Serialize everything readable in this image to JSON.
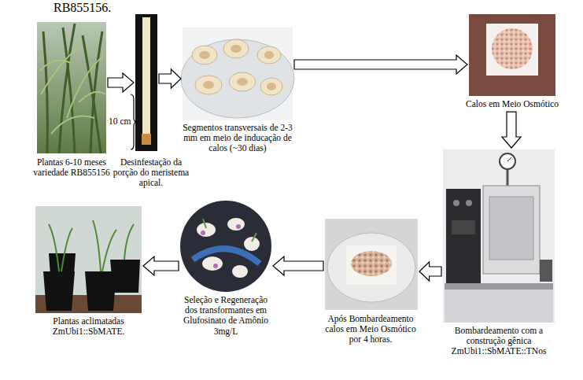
{
  "diagram": {
    "nodes": [
      {
        "text": [
          "Plantas 6-10 meses variedade RB855156"
        ]
      },
      {
        "text": [
          "Desinfestação da porção do meristema apical."
        ]
      },
      {
        "text": [
          "Segmentos transversais de 2-3 mm em meio de inducação de calos (~30 dias)"
        ]
      },
      {
        "text": [
          "Calos em Meio Osmótico"
        ]
      },
      {
        "text": [
          "Bombardeamento com a construção gênica ZmUbi1::SbMATE::TNos"
        ]
      },
      {
        "text": [
          "Após Bombardeamento calos em Meio Osmótico por 4 horas."
        ]
      },
      {
        "text": [
          "Seleção e Regeneração dos transformantes em Glufosinato de Amônio 3mg/L"
        ]
      },
      {
        "text": [
          "Plantas aclimatadas ZmUbi1::SbMATE."
        ]
      }
    ],
    "edges": [
      {
        "from": 0,
        "to": 1,
        "arrow": "to"
      },
      {
        "from": 1,
        "to": 2,
        "arrow": "to"
      },
      {
        "from": 2,
        "to": 3,
        "arrow": "to"
      },
      {
        "from": 3,
        "to": 4,
        "arrow": "to"
      },
      {
        "from": 4,
        "to": 5,
        "arrow": "to"
      },
      {
        "from": 5,
        "to": 6,
        "arrow": "to"
      },
      {
        "from": 6,
        "to": 7,
        "arrow": "to"
      }
    ],
    "labels": [
      "RB855156.",
      "10 cm"
    ]
  }
}
